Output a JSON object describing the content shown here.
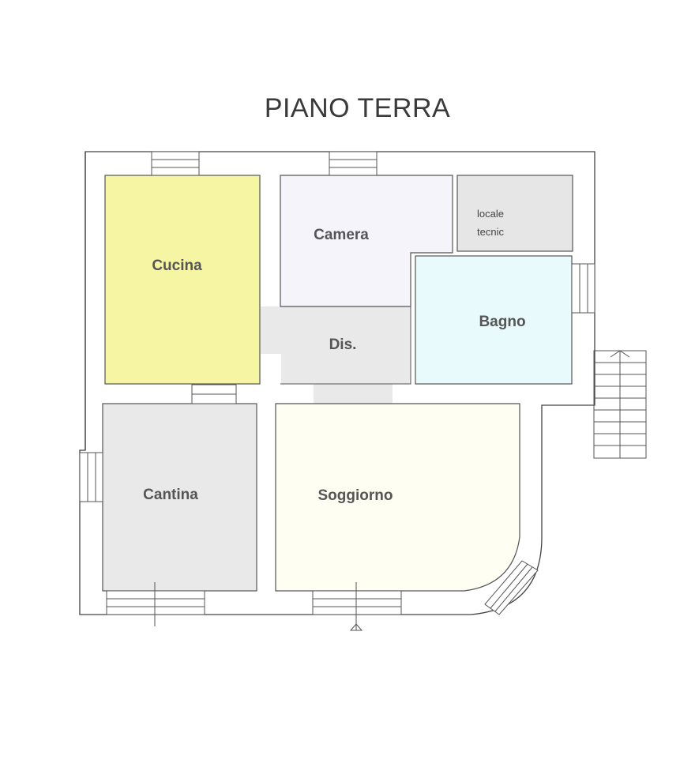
{
  "title": "PIANO TERRA",
  "rooms": {
    "cucina": {
      "label": "Cucina",
      "color": "#f6f5a4"
    },
    "camera": {
      "label": "Camera",
      "color": "#f5f4fb"
    },
    "locale": {
      "label_line1": "locale",
      "label_line2": "tecnic",
      "color": "#e6e6e6"
    },
    "bagno": {
      "label": "Bagno",
      "color": "#e8fafb"
    },
    "dis": {
      "label": "Dis.",
      "color": "#e9e9e9"
    },
    "cantina": {
      "label": "Cantina",
      "color": "#e9e9e9"
    },
    "soggiorno": {
      "label": "Soggiorno",
      "color": "#fefef2"
    }
  },
  "colors": {
    "wall": "#444444",
    "hall": "#e9e9e9"
  }
}
